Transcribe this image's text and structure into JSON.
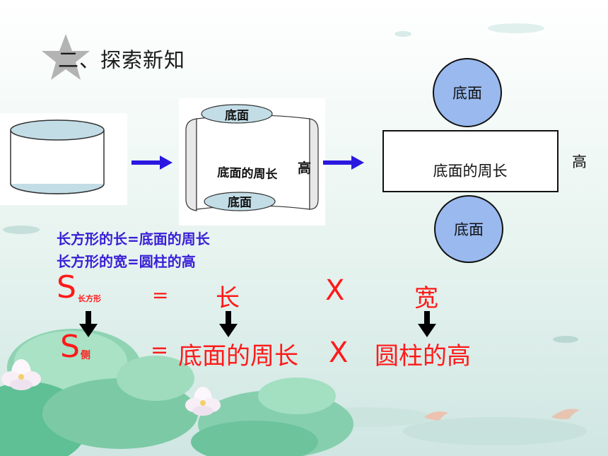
{
  "slide": {
    "title": "二、探索新知",
    "colors": {
      "accent_blue": "#2a18e0",
      "formula_red": "#ff1a1a",
      "circle_fill": "#99b9ef",
      "cylinder_water": "#cfe3e8"
    }
  },
  "diagram": {
    "middle_top_label": "底面",
    "middle_side_label": "底面的周长",
    "middle_bottom_label": "底面",
    "middle_height_label": "高",
    "net_top_circle": "底面",
    "net_rect_label": "底面的周长",
    "net_height_label": "高",
    "net_bottom_circle": "底面",
    "arrows": [
      "right-arrow-icon",
      "right-arrow-icon"
    ]
  },
  "facts": {
    "line1": "长方形的长=底面的周长",
    "line2": "长方形的宽=圆柱的高"
  },
  "formula": {
    "s_letter": "S",
    "s_sub1": "长方形",
    "equals": "=",
    "term1": "长",
    "times": "X",
    "term2": "宽",
    "s_sub2": "侧",
    "term3": "底面的周长",
    "term4": "圆柱的高",
    "down_arrows": [
      "down-arrow-icon",
      "down-arrow-icon",
      "down-arrow-icon"
    ]
  }
}
